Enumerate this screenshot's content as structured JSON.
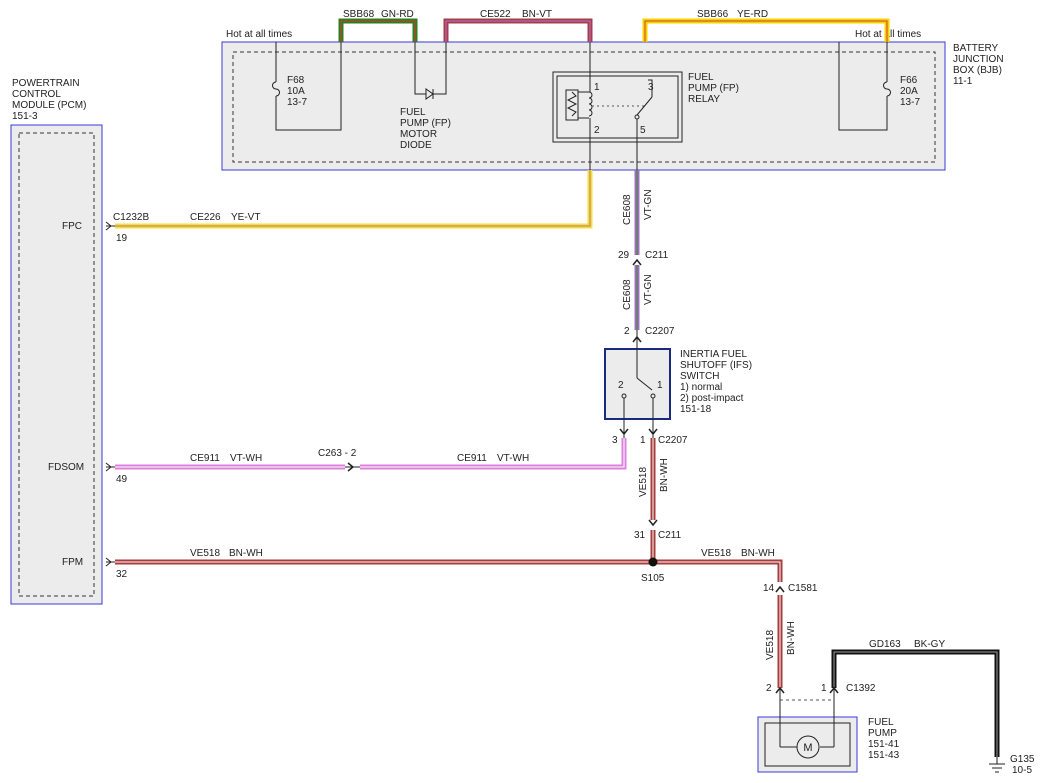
{
  "components": {
    "pcm": {
      "lines": [
        "POWERTRAIN",
        "CONTROL",
        "MODULE (PCM)",
        "151-3"
      ]
    },
    "bjb": {
      "lines": [
        "BATTERY",
        "JUNCTION",
        "BOX (BJB)",
        "11-1"
      ]
    },
    "fp_relay": {
      "lines": [
        "FUEL",
        "PUMP (FP)",
        "RELAY"
      ],
      "pins": [
        "1",
        "2",
        "3",
        "5"
      ]
    },
    "fp_diode": {
      "lines": [
        "FUEL",
        "PUMP (FP)",
        "MOTOR",
        "DIODE"
      ]
    },
    "ifs": {
      "lines": [
        "INERTIA FUEL",
        "SHUTOFF (IFS)",
        "SWITCH",
        "1) normal",
        "2) post-impact",
        "151-18"
      ],
      "pins": [
        "2",
        "1"
      ]
    },
    "fuel_pump": {
      "lines": [
        "FUEL",
        "PUMP",
        "151-41",
        "151-43"
      ],
      "motor_symbol": "M"
    },
    "ground": {
      "lines": [
        "G135",
        "10-5"
      ]
    }
  },
  "fuses": {
    "f68": {
      "lines": [
        "F68",
        "10A",
        "13-7"
      ],
      "hot_label": "Hot at all times"
    },
    "f66": {
      "lines": [
        "F66",
        "20A",
        "13-7"
      ],
      "hot_label": "Hot at all times"
    }
  },
  "pcm_pins": {
    "fpc": {
      "name": "FPC",
      "pin": "19",
      "connector": "C1232B"
    },
    "fdsom": {
      "name": "FDSOM",
      "pin": "49"
    },
    "fpm": {
      "name": "FPM",
      "pin": "32"
    }
  },
  "wires": {
    "sbb68": {
      "circuit": "SBB68",
      "color": "GN-RD",
      "main": "#2e7d1f",
      "stripe": "#d23b3b"
    },
    "ce522": {
      "circuit": "CE522",
      "color": "BN-VT",
      "main": "#a0404a",
      "stripe": "#c86ad0"
    },
    "sbb66": {
      "circuit": "SBB66",
      "color": "YE-RD",
      "main": "#f2d400",
      "stripe": "#e0402c"
    },
    "ce226": {
      "circuit": "CE226",
      "color": "YE-VT",
      "main": "#f4e22a",
      "stripe": "#b56ac9"
    },
    "ce608": {
      "circuit": "CE608",
      "color": "VT-GN",
      "main": "#a070c0",
      "stripe": "#3a8a30"
    },
    "ce911": {
      "circuit": "CE911",
      "color": "VT-WH",
      "main": "#dd80dd",
      "stripe": "#ffffff"
    },
    "ve518": {
      "circuit": "VE518",
      "color": "BN-WH",
      "main": "#a83b3b",
      "stripe": "#ffffff"
    },
    "gd163": {
      "circuit": "GD163",
      "color": "BK-GY",
      "main": "#111111",
      "stripe": "#9a9a9a"
    }
  },
  "connectors": {
    "c211_upper": {
      "name": "C211",
      "pin": "29"
    },
    "c2207_upper": {
      "name": "C2207",
      "pin": "2"
    },
    "c2207_lower": {
      "name": "C2207",
      "pin_left": "3",
      "pin_right": "1"
    },
    "c211_lower": {
      "name": "C211",
      "pin": "31"
    },
    "c263": {
      "name": "C263 - 2"
    },
    "c1581": {
      "name": "C1581",
      "pin": "14"
    },
    "c1392": {
      "name": "C1392",
      "pin_left": "2",
      "pin_right": "1"
    }
  },
  "splices": {
    "s105": {
      "name": "S105"
    }
  }
}
